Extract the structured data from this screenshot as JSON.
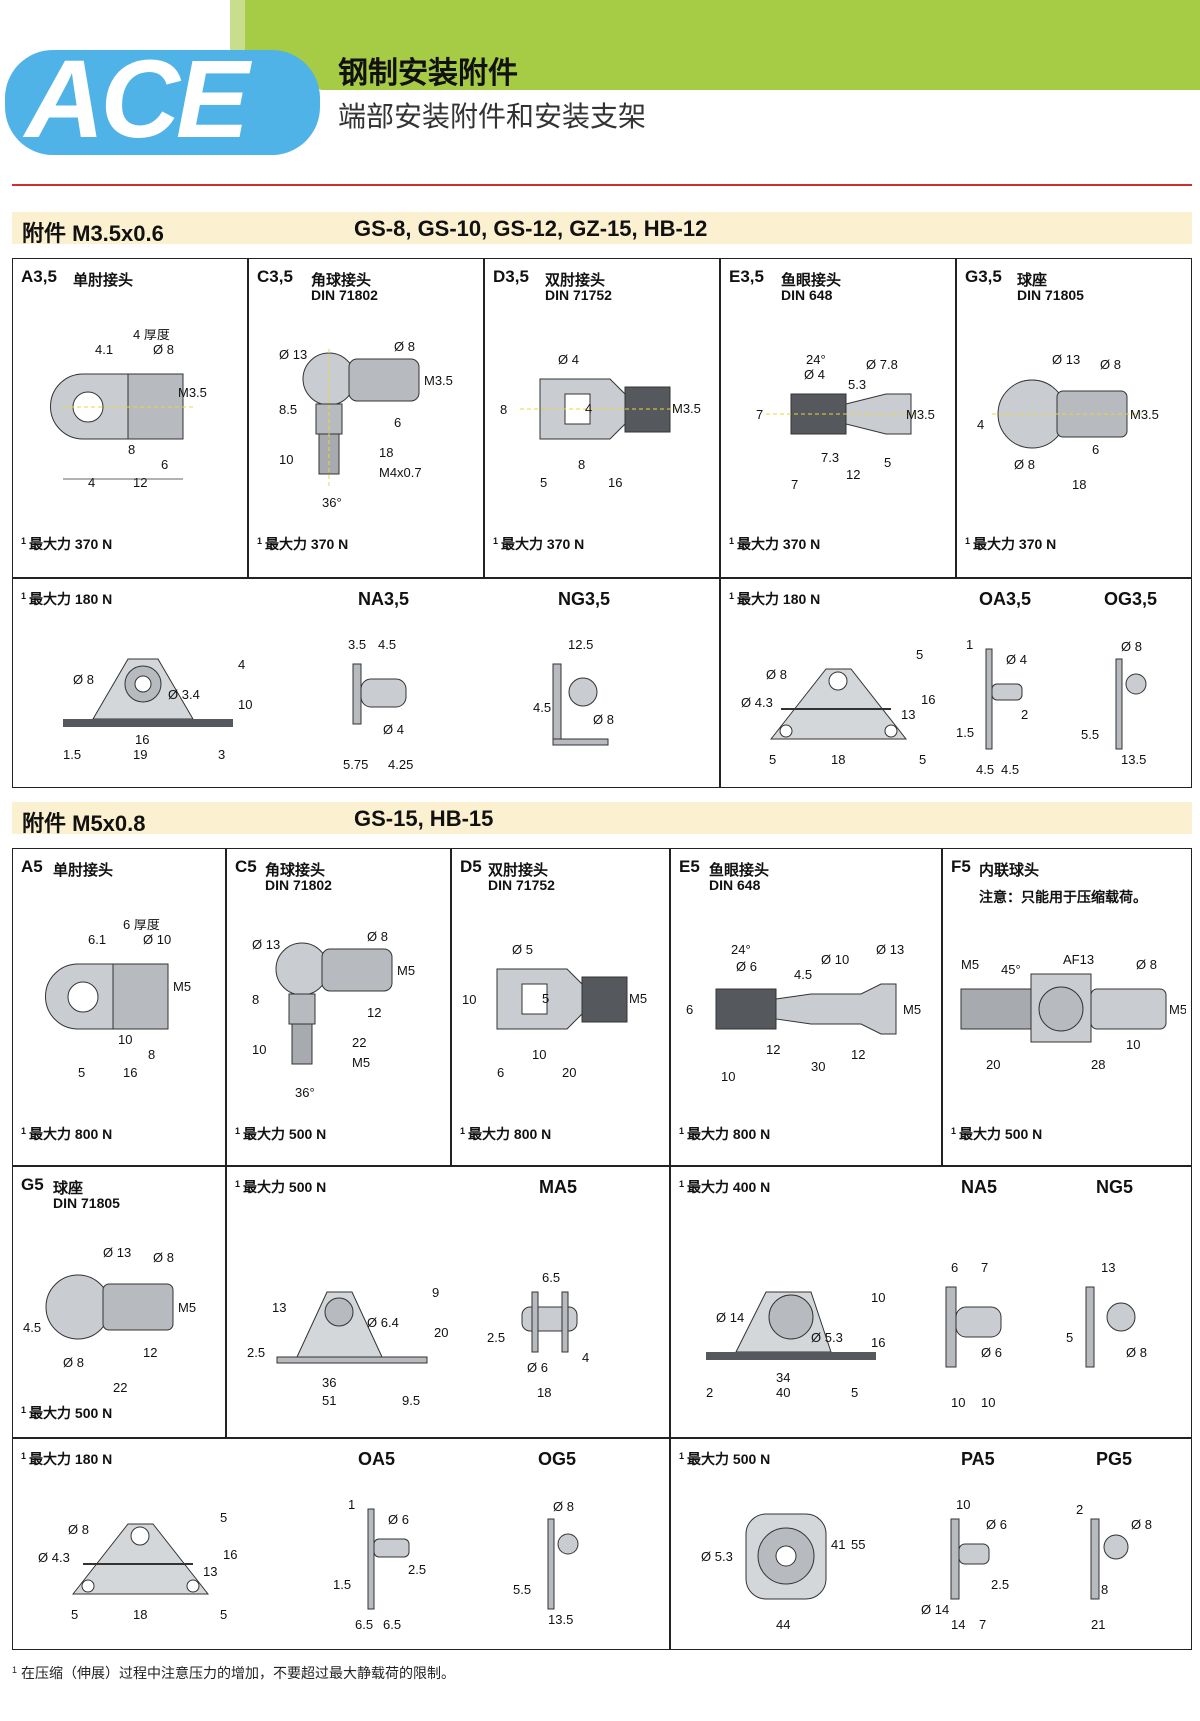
{
  "header": {
    "logo": "ACE",
    "title": "钢制安装附件",
    "subtitle": "端部安装附件和安装支架"
  },
  "colors": {
    "green": "#a6cb45",
    "blue": "#4fb3e8",
    "red": "#d42b2b",
    "band": "#fbf0cf"
  },
  "section1": {
    "title": "附件 M3.5x0.6",
    "models": "GS-8, GS-10, GS-12, GZ-15, HB-12",
    "a": {
      "code": "A3,5",
      "name": "单肘接头",
      "force": "最大力 370 N",
      "dims": [
        "4.1",
        "Ø 8",
        "4 厚度",
        "M3.5",
        "8",
        "6",
        "4",
        "12"
      ]
    },
    "c": {
      "code": "C3,5",
      "name": "角球接头",
      "din": "DIN 71802",
      "force": "最大力 370 N",
      "dims": [
        "Ø 13",
        "Ø 8",
        "M3.5",
        "8.5",
        "6",
        "10",
        "18",
        "M4x0.7",
        "36°"
      ]
    },
    "d": {
      "code": "D3,5",
      "name": "双肘接头",
      "din": "DIN 71752",
      "force": "最大力 370 N",
      "dims": [
        "Ø 4",
        "8",
        "4",
        "M3.5",
        "8",
        "5",
        "16"
      ]
    },
    "e": {
      "code": "E3,5",
      "name": "鱼眼接头",
      "din": "DIN 648",
      "force": "最大力 370 N",
      "dims": [
        "24°",
        "Ø 4",
        "Ø 7.8",
        "5.3",
        "7",
        "M3.5",
        "7.3",
        "5",
        "12",
        "7"
      ]
    },
    "g": {
      "code": "G3,5",
      "name": "球座",
      "din": "DIN 71805",
      "force": "最大力 370 N",
      "dims": [
        "Ø 13",
        "Ø 8",
        "4",
        "M3.5",
        "Ø 8",
        "6",
        "18"
      ]
    },
    "row2left": {
      "force": "最大力 180 N",
      "na": "NA3,5",
      "ng": "NG3,5",
      "dims_bracket": [
        "Ø 8",
        "4",
        "Ø 3.4",
        "10",
        "16",
        "1.5",
        "19",
        "3"
      ],
      "dims_na": [
        "3.5",
        "4.5",
        "Ø 4",
        "5.75",
        "4.25"
      ],
      "dims_ng": [
        "12.5",
        "4.5",
        "Ø 8"
      ]
    },
    "row2right": {
      "force": "最大力 180 N",
      "oa": "OA3,5",
      "og": "OG3,5",
      "dims_bracket": [
        "Ø 8",
        "5",
        "Ø 4.3",
        "16",
        "13",
        "5",
        "18",
        "5"
      ],
      "dims_oa": [
        "1",
        "Ø 4",
        "2",
        "1.5",
        "4.5",
        "4.5"
      ],
      "dims_og": [
        "Ø 8",
        "5.5",
        "13.5"
      ]
    }
  },
  "section2": {
    "title": "附件 M5x0.8",
    "models": "GS-15, HB-15",
    "a": {
      "code": "A5",
      "name": "单肘接头",
      "force": "最大力 800 N",
      "dims": [
        "6.1",
        "Ø 10",
        "6 厚度",
        "M5",
        "10",
        "8",
        "5",
        "16"
      ]
    },
    "c": {
      "code": "C5",
      "name": "角球接头",
      "din": "DIN 71802",
      "force": "最大力 500 N",
      "dims": [
        "Ø 13",
        "Ø 8",
        "M5",
        "8",
        "12",
        "10",
        "22",
        "M5",
        "36°"
      ]
    },
    "d": {
      "code": "D5",
      "name": "双肘接头",
      "din": "DIN 71752",
      "force": "最大力 800 N",
      "dims": [
        "Ø 5",
        "10",
        "5",
        "M5",
        "10",
        "6",
        "20"
      ]
    },
    "e": {
      "code": "E5",
      "name": "鱼眼接头",
      "din": "DIN 648",
      "force": "最大力 800 N",
      "dims": [
        "24°",
        "Ø 6",
        "Ø 10",
        "Ø 13",
        "4.5",
        "6",
        "M5",
        "12",
        "12",
        "30",
        "10"
      ]
    },
    "f": {
      "code": "F5",
      "name": "内联球头",
      "note": "注意：只能用于压缩载荷。",
      "force": "最大力 500 N",
      "dims": [
        "M5",
        "45°",
        "AF13",
        "Ø 8",
        "M5",
        "10",
        "20",
        "28"
      ]
    },
    "g": {
      "code": "G5",
      "name": "球座",
      "din": "DIN 71805",
      "force": "最大力 500 N",
      "dims": [
        "Ø 13",
        "Ø 8",
        "M5",
        "4.5",
        "12",
        "Ø 8",
        "22"
      ]
    },
    "ma": {
      "force": "最大力 500 N",
      "label": "MA5",
      "dims_bracket": [
        "13",
        "9",
        "Ø 6.4",
        "20",
        "2.5",
        "36",
        "51",
        "9.5"
      ],
      "dims_pin": [
        "6.5",
        "2.5",
        "Ø 6",
        "4",
        "18"
      ]
    },
    "nang": {
      "force": "最大力 400 N",
      "na": "NA5",
      "ng": "NG5",
      "dims_bracket": [
        "10",
        "Ø 14",
        "Ø 5.3",
        "16",
        "34",
        "2",
        "40",
        "5"
      ],
      "dims_na": [
        "6",
        "7",
        "Ø 6",
        "10",
        "10"
      ],
      "dims_ng": [
        "13",
        "5",
        "Ø 8"
      ]
    },
    "oaog": {
      "force": "最大力 180 N",
      "oa": "OA5",
      "og": "OG5",
      "dims_bracket": [
        "Ø 8",
        "5",
        "Ø 4.3",
        "16",
        "13",
        "5",
        "18",
        "5"
      ],
      "dims_oa": [
        "1",
        "Ø 6",
        "2.5",
        "1.5",
        "6.5",
        "6.5"
      ],
      "dims_og": [
        "Ø 8",
        "5.5",
        "13.5"
      ]
    },
    "papg": {
      "force": "最大力 500 N",
      "pa": "PA5",
      "pg": "PG5",
      "dims_bracket": [
        "Ø 5.3",
        "41",
        "55",
        "44"
      ],
      "dims_pa": [
        "10",
        "Ø 6",
        "2.5",
        "Ø 14",
        "14",
        "7"
      ],
      "dims_pg": [
        "2",
        "Ø 8",
        "8",
        "21"
      ]
    }
  },
  "footnote": "在压缩（伸展）过程中注意压力的增加，不要超过最大静载荷的限制。"
}
